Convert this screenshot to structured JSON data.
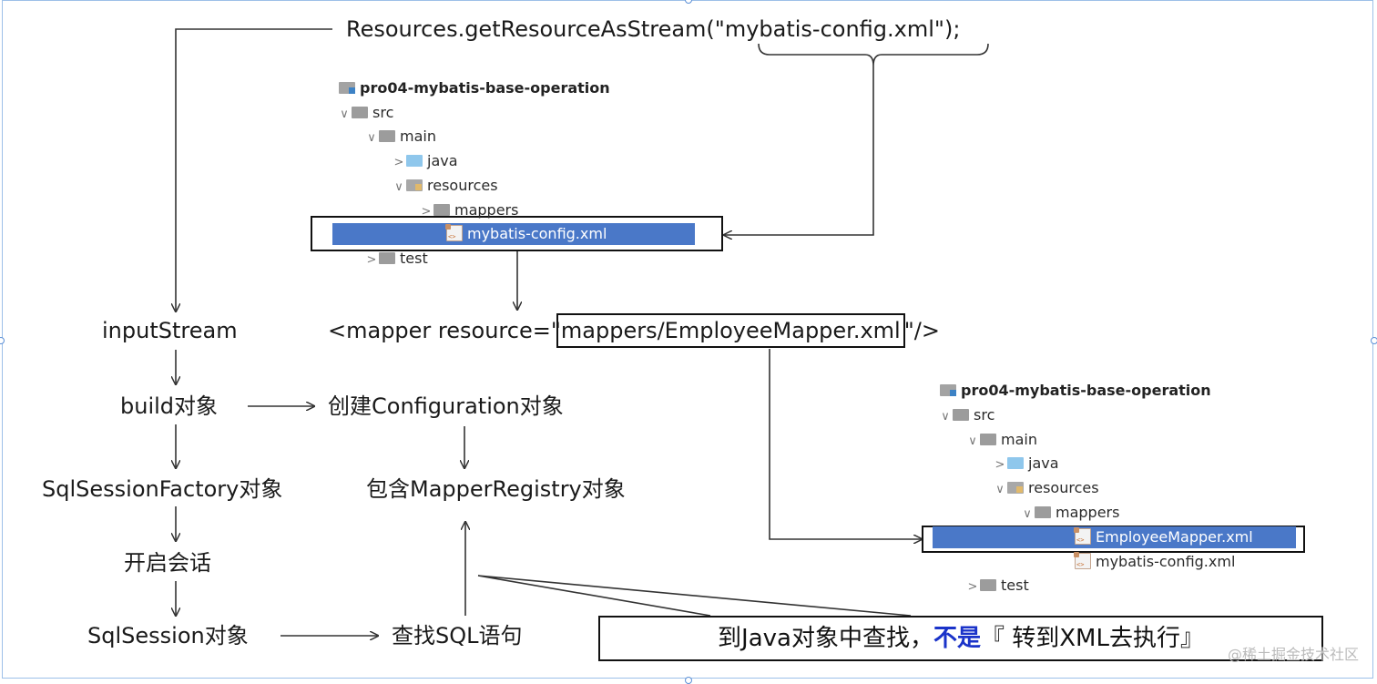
{
  "top_call": {
    "prefix": "Resources.getResourceAsStream(\"",
    "arg": "mybatis-config.xml",
    "suffix": "\");"
  },
  "mapper_line": {
    "prefix": "<mapper resource=\"",
    "arg": "mappers/EmployeeMapper.xml",
    "suffix": "\"/>"
  },
  "flow": {
    "inputStream": "inputStream",
    "build": "build对象",
    "factory": "SqlSessionFactory对象",
    "open_session": "开启会话",
    "sqlsession": "SqlSession对象",
    "configuration": "创建Configuration对象",
    "registry": "包含MapperRegistry对象",
    "find_sql": "查找SQL语句"
  },
  "note": {
    "part1": "到Java对象中查找，",
    "part2": "不是",
    "part3": "『 转到XML去执行』"
  },
  "tree1": {
    "rows": [
      {
        "label": "pro04-mybatis-base-operation",
        "chevron": "",
        "icon": "project-icon"
      },
      {
        "label": "src",
        "chevron": "∨",
        "icon": "folder-icon"
      },
      {
        "label": "main",
        "chevron": "∨",
        "icon": "folder-icon"
      },
      {
        "label": "java",
        "chevron": ">",
        "icon": "source-folder-icon"
      },
      {
        "label": "resources",
        "chevron": "∨",
        "icon": "resources-folder-icon"
      },
      {
        "label": "mappers",
        "chevron": ">",
        "icon": "folder-icon"
      },
      {
        "label": "mybatis-config.xml",
        "chevron": "",
        "icon": "xml-file-icon",
        "selected": true
      },
      {
        "label": "test",
        "chevron": ">",
        "icon": "folder-icon"
      }
    ]
  },
  "tree2": {
    "rows": [
      {
        "label": "pro04-mybatis-base-operation",
        "chevron": "",
        "icon": "project-icon"
      },
      {
        "label": "src",
        "chevron": "∨",
        "icon": "folder-icon"
      },
      {
        "label": "main",
        "chevron": "∨",
        "icon": "folder-icon"
      },
      {
        "label": "java",
        "chevron": ">",
        "icon": "source-folder-icon"
      },
      {
        "label": "resources",
        "chevron": "∨",
        "icon": "resources-folder-icon"
      },
      {
        "label": "mappers",
        "chevron": "∨",
        "icon": "folder-icon"
      },
      {
        "label": "EmployeeMapper.xml",
        "chevron": "",
        "icon": "xml-file-icon",
        "selected": true
      },
      {
        "label": "mybatis-config.xml",
        "chevron": "",
        "icon": "xml-file-icon"
      },
      {
        "label": "test",
        "chevron": ">",
        "icon": "folder-icon"
      }
    ]
  },
  "watermark": "@稀土掘金技术社区",
  "colors": {
    "selection": "#4a78c8",
    "emphasis": "#1a33c9",
    "line": "#333333"
  }
}
